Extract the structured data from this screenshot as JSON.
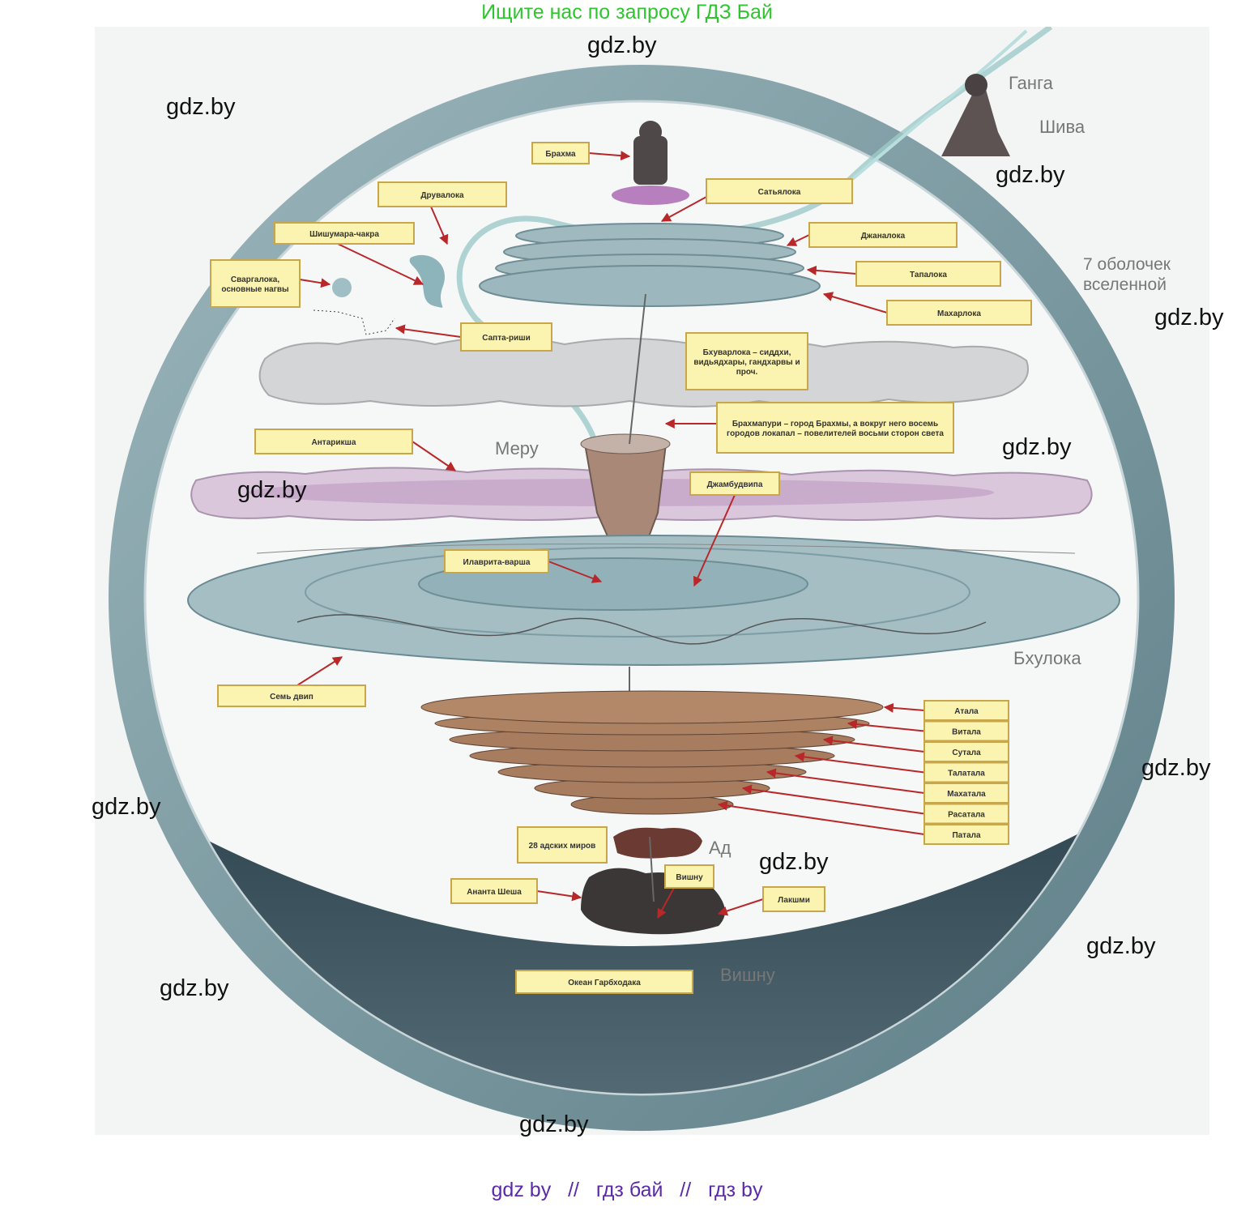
{
  "header": {
    "text": "Ищите нас по запросу ГДЗ Бай"
  },
  "watermark": "gdz.by",
  "diagram": {
    "labels": {
      "brahma": "Брахма",
      "satyaloka": "Сатьялока",
      "dhruvaloka": "Друвалока",
      "shishumara": "Шишумара-чакра",
      "svargaloka": "Сваргалока, основные нагвы",
      "saptarishi": "Сапта-риши",
      "janaloka": "Джаналока",
      "tapaloka": "Тапалока",
      "maharloka": "Махарлока",
      "bhuvarloka": "Бхуварлока – сиддхи, видьядхары, гандхарвы и проч.",
      "brahmapuri": "Брахмапури – город Брахмы, а вокруг него восемь городов локапал – повелителей восьми сторон света",
      "antariksha": "Антарикша",
      "jambudvipa": "Джамбудвипа",
      "ilavrita": "Илаврита-варша",
      "seven_dvipa": "Семь двип",
      "atala": "Атала",
      "vitala": "Витала",
      "sutala": "Сутала",
      "talatala": "Талатала",
      "mahatala": "Махатала",
      "rasatala": "Расатала",
      "patala": "Патала",
      "hells": "28 адских миров",
      "ananta": "Ананта Шеша",
      "vishnu_label": "Вишну",
      "lakshmi": "Лакшми",
      "ocean": "Океан Гарбходака"
    },
    "free_text": {
      "ganga": "Ганга",
      "shiva": "Шива",
      "shells": "7 оболочек вселенной",
      "meru": "Меру",
      "bhuloka": "Бхулока",
      "ad": "Ад",
      "vishnu": "Вишну"
    },
    "colors": {
      "label_fill": "#fbf3b0",
      "label_border": "#c9a64a",
      "arrow": "#b8272a",
      "ring": "#7e9ea6",
      "ocean": "#3f5763",
      "earth_disc": "#a8c3c8",
      "lower_worlds": "#ad8060",
      "antariksha_cloud": "#d8c3da",
      "bhuvarloka_cloud": "#cfd1d2"
    }
  },
  "footer": {
    "parts": [
      "gdz by",
      "гдз бай",
      "гдз by"
    ],
    "separator": "//"
  }
}
